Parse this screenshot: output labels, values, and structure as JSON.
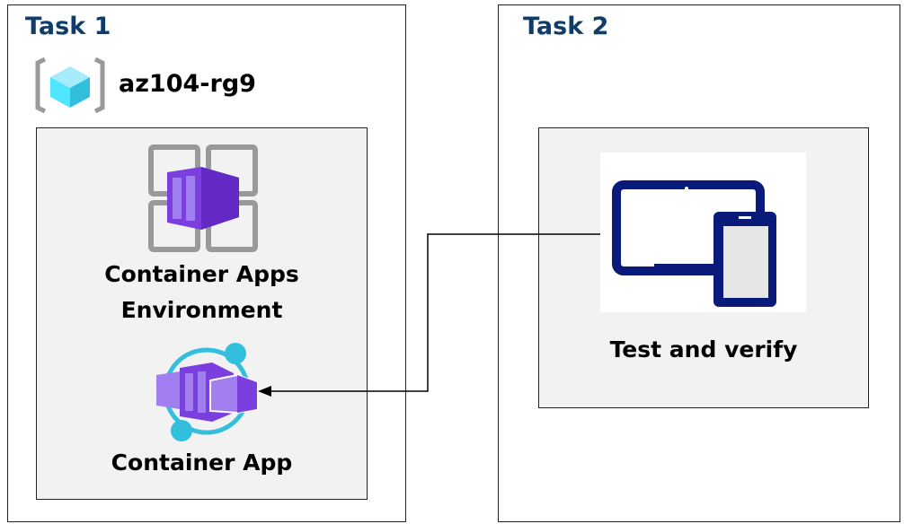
{
  "task1": {
    "title": "Task 1",
    "resource_group": {
      "name": "az104-rg9",
      "icon": "resource-group-icon"
    },
    "environment": {
      "label_line1": "Container Apps",
      "label_line2": "Environment",
      "icon": "container-apps-environment-icon"
    },
    "container_app": {
      "label": "Container App",
      "icon": "container-app-icon"
    }
  },
  "task2": {
    "title": "Task 2",
    "test": {
      "label": "Test and verify",
      "icon": "devices-icon"
    }
  },
  "colors": {
    "task_title": "#0f3d6b",
    "panel": "#f2f2f2",
    "purple": "#7b3fe0",
    "cyan": "#32bfdd",
    "device": "#0a1a7a"
  }
}
